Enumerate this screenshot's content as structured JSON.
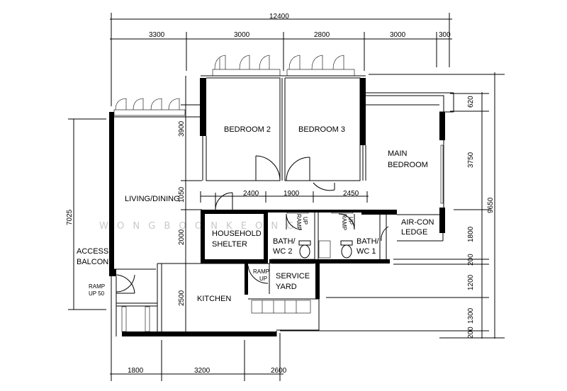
{
  "watermark": "W O N G   B O O N   K E O N G",
  "dimensions": {
    "top_total": "12400",
    "top_segments": [
      "3300",
      "3000",
      "2800",
      "3000",
      "300"
    ],
    "bottom_segments": [
      "1800",
      "3200",
      "2600"
    ],
    "interior_segments": [
      "2400",
      "1900",
      "2450"
    ],
    "left_total": "7025",
    "left_inner": [
      "3900",
      "1050",
      "2000",
      "2500"
    ],
    "right_total": "9650",
    "right_segments": [
      "620",
      "3750",
      "1800",
      "200",
      "1200",
      "1300",
      "200"
    ]
  },
  "rooms": {
    "bedroom2": "BEDROOM 2",
    "bedroom3": "BEDROOM 3",
    "main_bedroom": [
      "MAIN",
      "BEDROOM"
    ],
    "living_dining": "LIVING/DINING",
    "household_shelter": [
      "HOUSEHOLD",
      "SHELTER"
    ],
    "bath_wc2": [
      "BATH/",
      "WC 2"
    ],
    "bath_wc1": [
      "BATH/",
      "WC 1"
    ],
    "aircon_ledge": [
      "AIR-CON",
      "LEDGE"
    ],
    "access_balcony": [
      "ACCESS",
      "BALCONY"
    ],
    "service_yard": [
      "SERVICE",
      "YARD"
    ],
    "kitchen": "KITCHEN"
  },
  "ramps": {
    "ramp_up": [
      "RAMP",
      "UP"
    ],
    "ramp_up_50": [
      "RAMP",
      "UP 50"
    ],
    "ramp_vertical": [
      "RAMP",
      "UP"
    ]
  }
}
